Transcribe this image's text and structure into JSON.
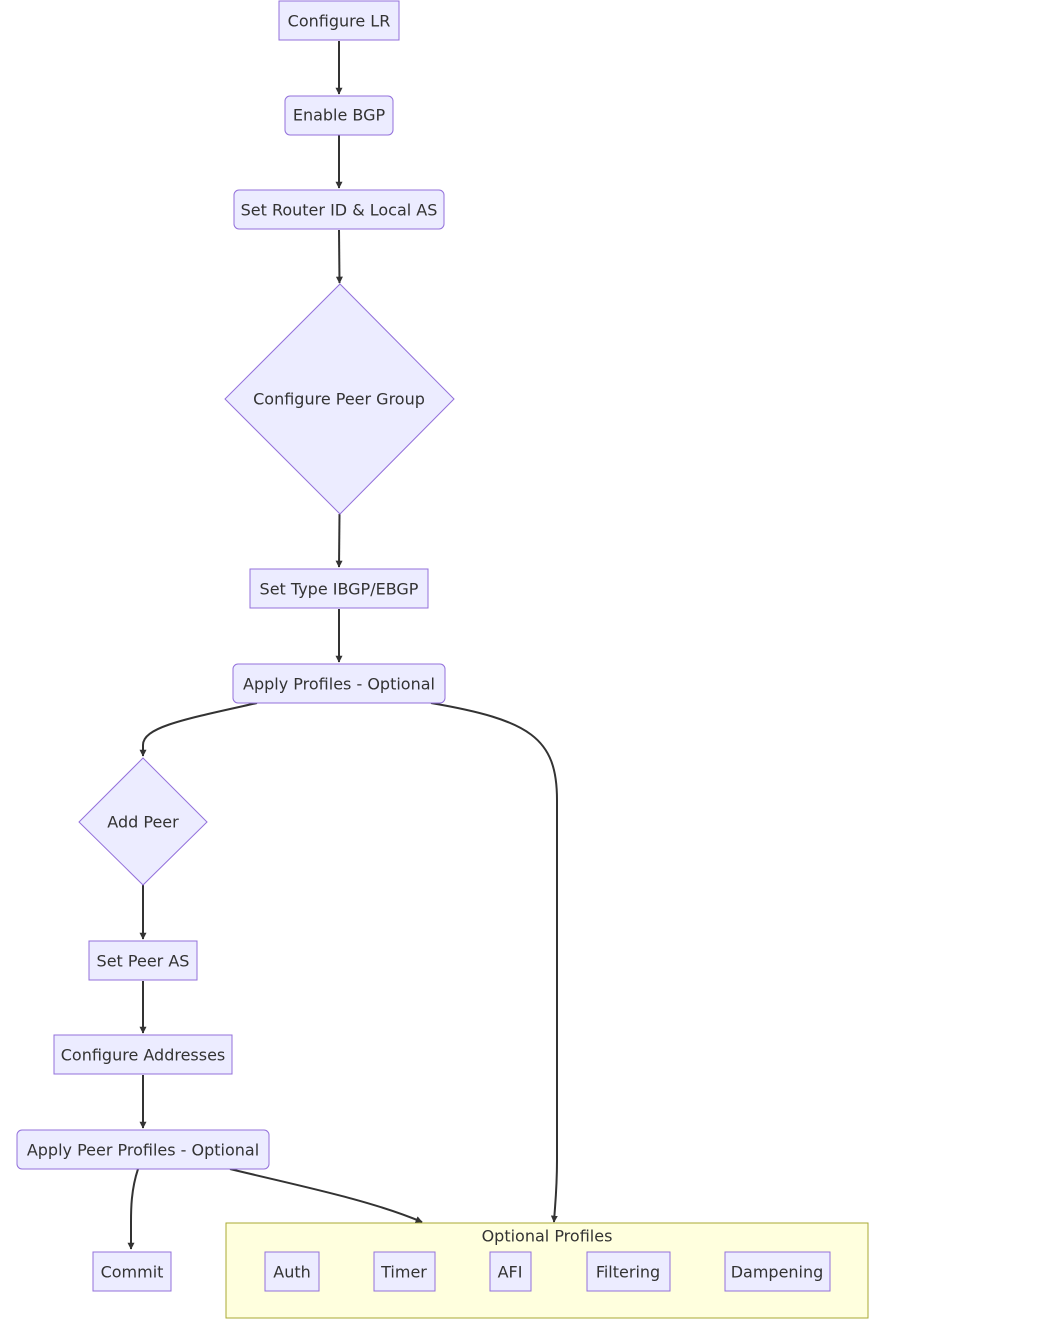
{
  "nodes": {
    "configure_lr": "Configure LR",
    "enable_bgp": "Enable BGP",
    "set_router_id": "Set Router ID & Local AS",
    "configure_peer_group": "Configure Peer Group",
    "set_type": "Set Type IBGP/EBGP",
    "apply_profiles": "Apply Profiles - Optional",
    "add_peer": "Add Peer",
    "set_peer_as": "Set Peer AS",
    "configure_addresses": "Configure Addresses",
    "apply_peer_profiles": "Apply Peer Profiles - Optional",
    "commit": "Commit"
  },
  "cluster": {
    "title": "Optional Profiles",
    "items": {
      "auth": "Auth",
      "timer": "Timer",
      "afi": "AFI",
      "filtering": "Filtering",
      "dampening": "Dampening"
    }
  },
  "colors": {
    "node_fill": "#ECECFF",
    "node_stroke": "#9370DB",
    "edge": "#333333",
    "cluster_fill": "#FFFFDE",
    "cluster_stroke": "#AAAA33"
  }
}
